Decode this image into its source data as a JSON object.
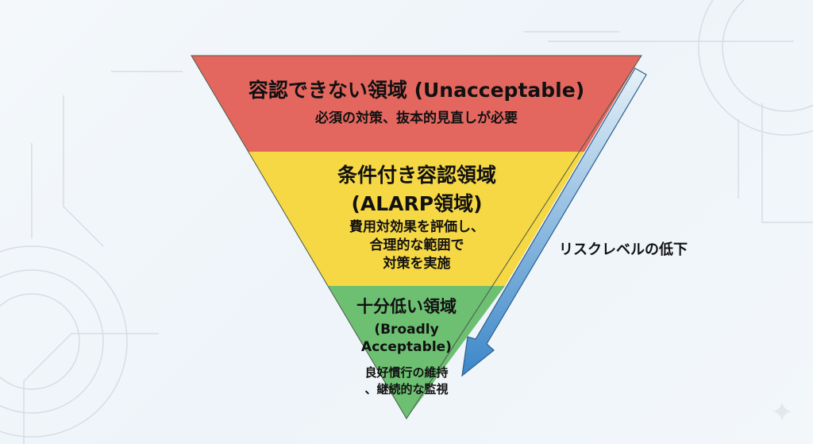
{
  "zones": [
    {
      "title": "容認できない領域 (Unacceptable)",
      "desc": "必須の対策、抜本的見直しが必要",
      "color": "#e3675f"
    },
    {
      "title": "条件付き容認領域",
      "title2": "(ALARP領域)",
      "desc": [
        "費用対効果を評価し、",
        "合理的な範囲で",
        "対策を実施"
      ],
      "color": "#f6d844"
    },
    {
      "title": "十分低い領域",
      "english": [
        "(Broadly",
        "Acceptable)"
      ],
      "desc": [
        "良好慣行の維持",
        "、継続的な監視"
      ],
      "color": "#6dbf72"
    }
  ],
  "arrow": {
    "label": "リスクレベルの低下",
    "color": "#3b87c9"
  }
}
